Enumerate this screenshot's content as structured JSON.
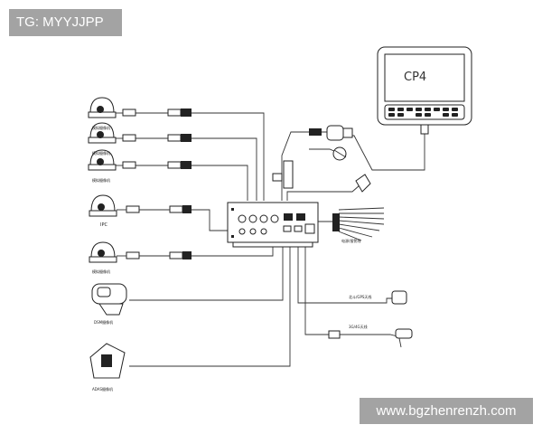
{
  "watermarks": {
    "top_left": "TG: MYYJJPP",
    "bottom_right": "www.bgzhenrenzh.com"
  },
  "monitor": {
    "screen_text": "CP4"
  },
  "camera_labels": [
    "模拟摄像机",
    "模拟摄像机",
    "模拟摄像机",
    "IPC",
    "模拟摄像机",
    "DSM摄像机",
    "ADAS摄像机"
  ],
  "cable_labels": {
    "power": "电源/报警线",
    "gps": "北斗/GPS天线",
    "cellular": "3G/4G天线"
  }
}
